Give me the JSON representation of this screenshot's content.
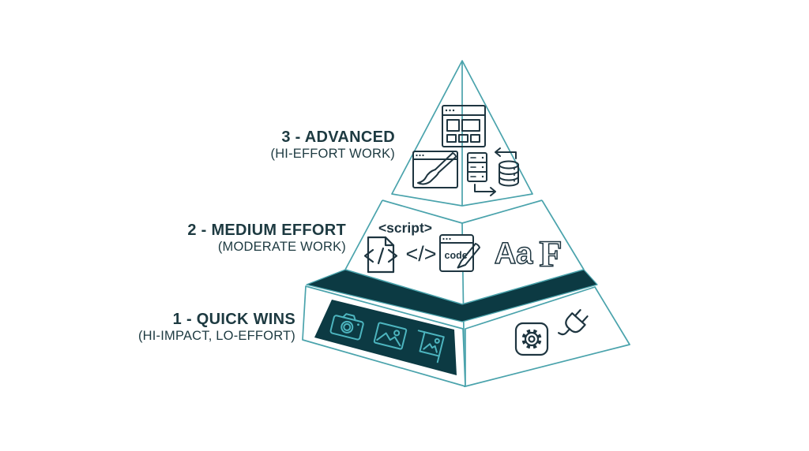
{
  "background": "#ffffff",
  "colors": {
    "outline_teal": "#4aa3ac",
    "dark_teal_fill": "#0c3a43",
    "icon_dark": "#1e3540",
    "icon_light_teal": "#4db5bf",
    "label_text": "#1d3a41"
  },
  "diagram": "three-level-pyramid",
  "levels": {
    "advanced": {
      "title": "3 - ADVANCED",
      "subtitle": "(HI-EFFORT WORK)",
      "icons": [
        "browser-layout-icon",
        "design-paintbrush-icon",
        "server-database-sync-icon"
      ]
    },
    "medium": {
      "title": "2 - MEDIUM EFFORT",
      "subtitle": "(MODERATE WORK)",
      "script_text": "<script>",
      "code_symbol": "</>",
      "code_label": "code",
      "typography_sample": "Aa",
      "font_sample": "F",
      "icons": [
        "file-code-icon",
        "code-editor-pencil-icon"
      ]
    },
    "quick": {
      "title": "1 - QUICK WINS",
      "subtitle": "(HI-IMPACT, LO-EFFORT)",
      "icons": [
        "camera-icon",
        "photo-image-icon",
        "crop-image-icon",
        "settings-gear-icon",
        "power-plug-icon"
      ]
    }
  }
}
